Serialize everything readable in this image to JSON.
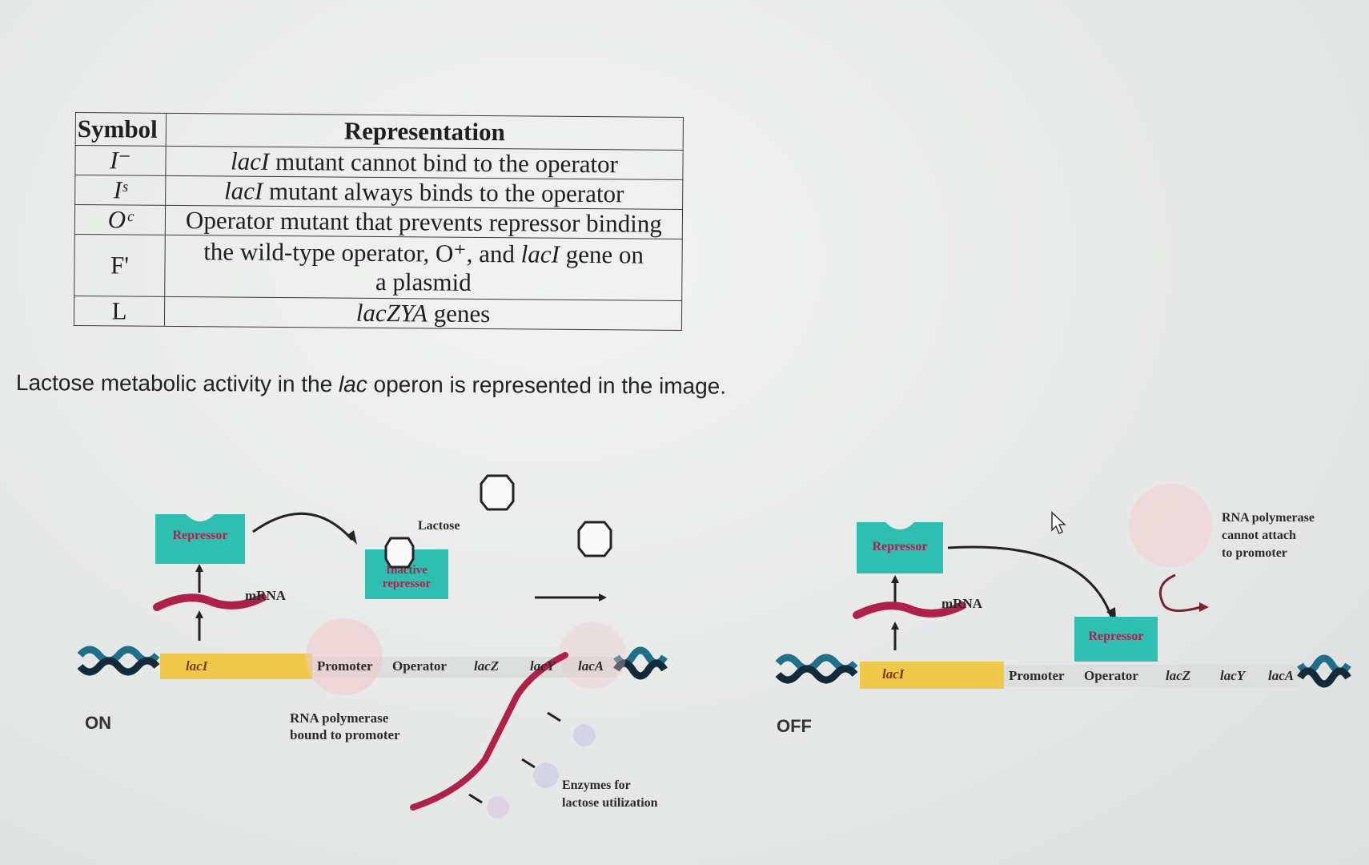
{
  "table": {
    "headers": [
      "Symbol",
      "Representation"
    ],
    "rows": [
      {
        "symbol": "I⁻",
        "rep_italic": "lacI",
        "rep_rest": " mutant cannot bind to the operator"
      },
      {
        "symbol": "Iˢ",
        "rep_italic": "lacI",
        "rep_rest": " mutant always binds to the operator"
      },
      {
        "symbol": "Oᶜ",
        "rep_italic": "",
        "rep_rest": "Operator mutant that prevents repressor binding"
      },
      {
        "symbol": "F'",
        "rep_line1_a": "the wild-type operator, O⁺, and ",
        "rep_line1_b": "lacI",
        "rep_line1_c": " gene on",
        "rep_line2": "a plasmid"
      },
      {
        "symbol": "L",
        "rep_italic": "lacZYA",
        "rep_rest": " genes"
      }
    ]
  },
  "caption": {
    "pre": "Lactose metabolic activity in the ",
    "italic": "lac",
    "post": " operon is represented in the image."
  },
  "diagram": {
    "on": {
      "state": "ON",
      "repressor": "Repressor",
      "inactive_repressor_1": "Inactive",
      "inactive_repressor_2": "repressor",
      "lactose": "Lactose",
      "mrna": "mRNA",
      "laci": "lacI",
      "promoter": "Promoter",
      "operator": "Operator",
      "lacz": "lacZ",
      "lacy": "lacY",
      "laca": "lacA",
      "rna_pol_1": "RNA polymerase",
      "rna_pol_2": "bound to promoter",
      "enzymes_1": "Enzymes for",
      "enzymes_2": "lactose utilization"
    },
    "off": {
      "state": "OFF",
      "repressor": "Repressor",
      "repressor_bound": "Repressor",
      "mrna": "mRNA",
      "laci": "lacI",
      "promoter": "Promoter",
      "operator": "Operator",
      "lacz": "lacZ",
      "lacy": "lacY",
      "laca": "lacA",
      "rna_pol_1": "RNA polymerase",
      "rna_pol_2": "cannot attach",
      "rna_pol_3": "to promoter"
    }
  },
  "colors": {
    "repressor": "#2fbfb2",
    "mrna": "#b0214a",
    "laci_gene": "#f0c84a",
    "dna": "#1f6f8a"
  }
}
